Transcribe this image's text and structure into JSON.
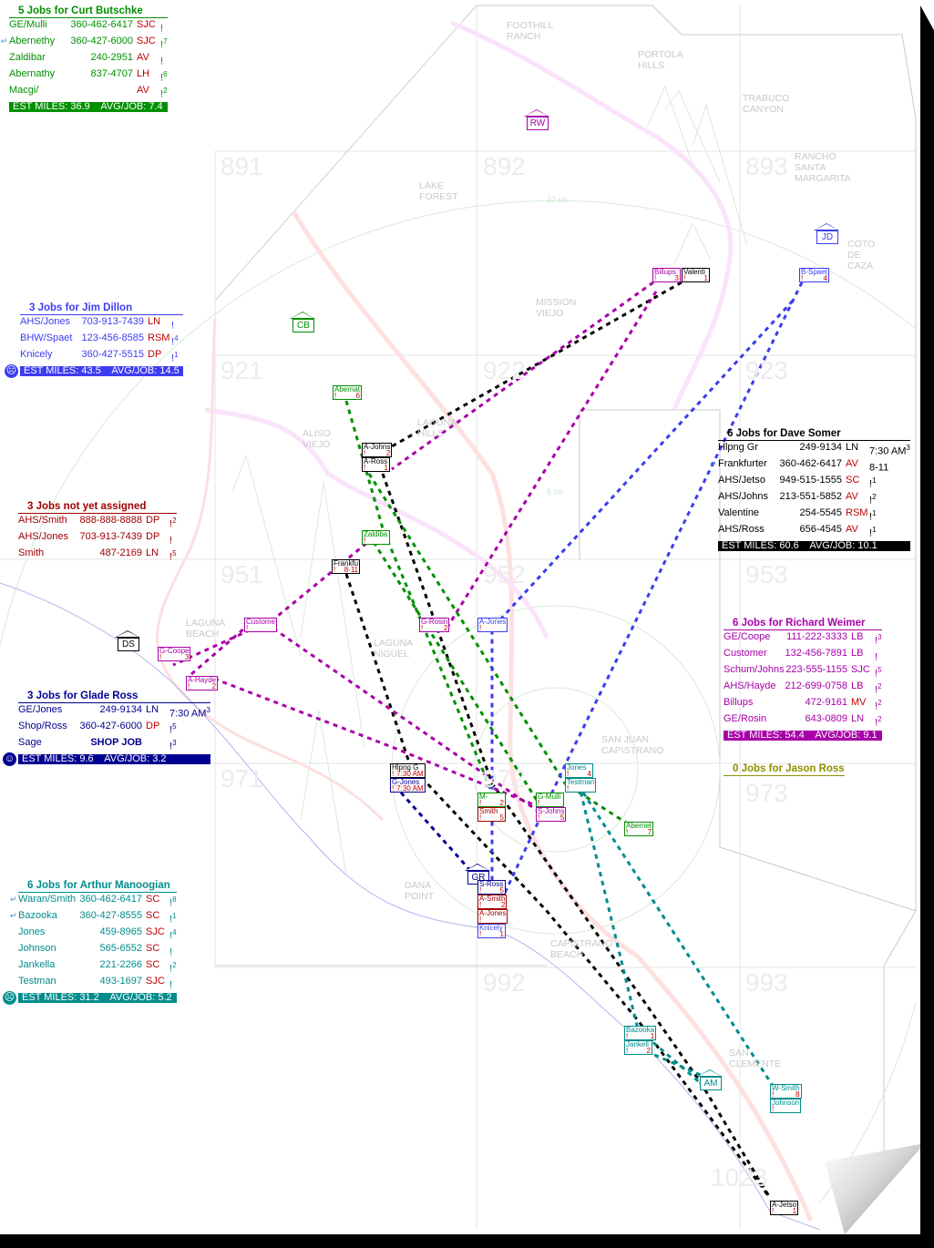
{
  "colors": {
    "curt": "#009000",
    "jim": "#3c3cf0",
    "unassigned": "#a00000",
    "dave": "#000000",
    "richard": "#a800a8",
    "glade": "#000090",
    "arthur": "#008c8c",
    "jason": "#909000",
    "area_red": "#c00000"
  },
  "legends": [
    {
      "key": "curt",
      "title": "5 Jobs for Curt Butschke",
      "face": null,
      "rows": [
        {
          "name": "GE/Mulli",
          "phone": "360-462-6417",
          "area": "SJC",
          "area_red": true,
          "note": "!",
          "sup": ""
        },
        {
          "name": "Abernethy",
          "phone": "360-427-6000",
          "area": "SJC",
          "area_red": true,
          "note": "!",
          "sup": "7",
          "link": true
        },
        {
          "name": "Zaldibar",
          "phone": "240-2951",
          "area": "AV",
          "area_red": true,
          "note": "!",
          "sup": ""
        },
        {
          "name": "Abernathy",
          "phone": "837-4707",
          "area": "LH",
          "area_red": true,
          "note": "!",
          "sup": "6"
        },
        {
          "name": "Macgi/",
          "phone": "",
          "area": "AV",
          "area_red": true,
          "note": "!",
          "sup": "2"
        }
      ],
      "summary": "EST MILES: 36.9    AVG/JOB: 7.4"
    },
    {
      "key": "jim",
      "title": "3 Jobs for Jim Dillon",
      "face": "sad",
      "rows": [
        {
          "name": "AHS/Jones",
          "phone": "703-913-7439",
          "area": "LN",
          "area_red": true,
          "note": "!",
          "sup": ""
        },
        {
          "name": "BHW/Spaet",
          "phone": "123-456-8585",
          "area": "RSM",
          "area_red": true,
          "note": "!",
          "sup": "4"
        },
        {
          "name": "Knicely",
          "phone": "360-427-5515",
          "area": "DP",
          "area_red": true,
          "note": "!",
          "sup": "1"
        }
      ],
      "summary": "EST MILES: 43.5    AVG/JOB: 14.5"
    },
    {
      "key": "unassigned",
      "title": "3 Jobs not yet assigned",
      "face": null,
      "rows": [
        {
          "name": "AHS/Smith",
          "phone": "888-888-8888",
          "area": "DP",
          "area_red": false,
          "note": "!",
          "sup": "2"
        },
        {
          "name": "AHS/Jones",
          "phone": "703-913-7439",
          "area": "DP",
          "area_red": false,
          "note": "!",
          "sup": ""
        },
        {
          "name": "Smith",
          "phone": "487-2169",
          "area": "LN",
          "area_red": false,
          "note": "!",
          "sup": "5"
        }
      ],
      "summary": null
    },
    {
      "key": "dave",
      "title": "6 Jobs for Dave Somer",
      "face": null,
      "rows": [
        {
          "name": "Hlpng Gr",
          "phone": "249-9134",
          "area": "LN",
          "area_red": false,
          "note": "7:30 AM",
          "sup": "3"
        },
        {
          "name": "Frankfurter",
          "phone": "360-462-6417",
          "area": "AV",
          "area_red": true,
          "note": "8-11",
          "sup": "",
          "link": true
        },
        {
          "name": "AHS/Jetso",
          "phone": "949-515-1555",
          "area": "SC",
          "area_red": true,
          "note": "!",
          "sup": "1"
        },
        {
          "name": "AHS/Johns",
          "phone": "213-551-5852",
          "area": "AV",
          "area_red": true,
          "note": "!",
          "sup": "2"
        },
        {
          "name": "Valentine",
          "phone": "254-5545",
          "area": "RSM",
          "area_red": true,
          "note": "!",
          "sup": "1"
        },
        {
          "name": "AHS/Ross",
          "phone": "656-4545",
          "area": "AV",
          "area_red": true,
          "note": "!",
          "sup": "1"
        }
      ],
      "summary": "EST MILES: 60.6    AVG/JOB: 10.1"
    },
    {
      "key": "richard",
      "title": "6 Jobs for Richard Weimer",
      "face": null,
      "rows": [
        {
          "name": "GE/Coope",
          "phone": "111-222-3333",
          "area": "LB",
          "area_red": false,
          "note": "!",
          "sup": "3"
        },
        {
          "name": "Customer",
          "phone": "132-456-7891",
          "area": "LB",
          "area_red": false,
          "note": "!",
          "sup": ""
        },
        {
          "name": "Schum/Johns",
          "phone": "223-555-1155",
          "area": "SJC",
          "area_red": false,
          "note": "!",
          "sup": "5"
        },
        {
          "name": "AHS/Hayde",
          "phone": "212-699-0758",
          "area": "LB",
          "area_red": false,
          "note": "!",
          "sup": "2"
        },
        {
          "name": "Billups",
          "phone": "472-9161",
          "area": "MV",
          "area_red": true,
          "note": "!",
          "sup": "2"
        },
        {
          "name": "GE/Rosin",
          "phone": "643-0809",
          "area": "LN",
          "area_red": false,
          "note": "!",
          "sup": "2"
        }
      ],
      "summary": "EST MILES: 54.4    AVG/JOB: 9.1"
    },
    {
      "key": "jason",
      "title": "0 Jobs for Jason Ross",
      "face": null,
      "rows": [],
      "summary": null
    },
    {
      "key": "glade",
      "title": "3 Jobs for Glade Ross",
      "face": "happy",
      "rows": [
        {
          "name": "GE/Jones",
          "phone": "249-9134",
          "area": "LN",
          "area_red": false,
          "note": "7:30 AM",
          "sup": "3"
        },
        {
          "name": "Shop/Ross",
          "phone": "360-427-6000",
          "area": "DP",
          "area_red": true,
          "note": "!",
          "sup": "5"
        },
        {
          "name": "Sage",
          "phone": "SHOP JOB",
          "area": "",
          "area_red": false,
          "note": "!",
          "sup": "3",
          "shop": true
        }
      ],
      "summary": "EST MILES: 9.6    AVG/JOB: 3.2"
    },
    {
      "key": "arthur",
      "title": "6 Jobs for Arthur Manoogian",
      "face": "sad",
      "rows": [
        {
          "name": "Waran/Smith",
          "phone": "360-462-6417",
          "area": "SC",
          "area_red": true,
          "note": "!",
          "sup": "8",
          "link": true
        },
        {
          "name": "Bazooka",
          "phone": "360-427-8555",
          "area": "SC",
          "area_red": true,
          "note": "!",
          "sup": "1",
          "link": true
        },
        {
          "name": "Jones",
          "phone": "459-8965",
          "area": "SJC",
          "area_red": true,
          "note": "!",
          "sup": "4"
        },
        {
          "name": "Johnson",
          "phone": "565-6552",
          "area": "SC",
          "area_red": true,
          "note": "!",
          "sup": ""
        },
        {
          "name": "Jankella",
          "phone": "221-2266",
          "area": "SC",
          "area_red": true,
          "note": "!",
          "sup": "2"
        },
        {
          "name": "Testman",
          "phone": "493-1697",
          "area": "SJC",
          "area_red": true,
          "note": "!",
          "sup": ""
        }
      ],
      "summary": "EST MILES: 31.2    AVG/JOB: 5.2"
    }
  ],
  "houses": [
    {
      "label": "RW",
      "key": "richard"
    },
    {
      "label": "CB",
      "key": "curt"
    },
    {
      "label": "JD",
      "key": "jim"
    },
    {
      "label": "DS",
      "key": "dave"
    },
    {
      "label": "GR",
      "key": "glade"
    },
    {
      "label": "AM",
      "key": "arthur"
    }
  ],
  "markers": [
    {
      "label": "Billups",
      "num": "3",
      "key": "richard"
    },
    {
      "label": "Valenti",
      "num": "1",
      "key": "dave"
    },
    {
      "label": "B-Spaet",
      "num": "4",
      "key": "jim"
    },
    {
      "label": "Abernat",
      "num": "6",
      "key": "curt"
    },
    {
      "label": "A-Johns",
      "num": "2",
      "key": "dave"
    },
    {
      "label": "A-Ross",
      "num": "1",
      "key": "dave"
    },
    {
      "label": "Zaldiba",
      "num": "",
      "key": "curt"
    },
    {
      "label": "Frankfu",
      "num": "8-11",
      "key": "dave"
    },
    {
      "label": "Custome",
      "num": "",
      "key": "richard"
    },
    {
      "label": "G-Coope",
      "num": "3",
      "key": "richard"
    },
    {
      "label": "A-Hayde",
      "num": "2",
      "key": "richard"
    },
    {
      "label": "G-Rosin",
      "num": "2",
      "key": "richard"
    },
    {
      "label": "A-Jones",
      "num": "",
      "key": "jim"
    },
    {
      "label": "Hlpng G",
      "num": "7:30 AM",
      "key": "dave"
    },
    {
      "label": "G-Jones",
      "num": "7:30 AM",
      "key": "glade"
    },
    {
      "label": "M-",
      "num": "2",
      "key": "curt"
    },
    {
      "label": "Smith",
      "num": "5",
      "key": "unassigned"
    },
    {
      "label": "G-Mulli",
      "num": "",
      "key": "curt"
    },
    {
      "label": "S-Johns",
      "num": "5",
      "key": "richard"
    },
    {
      "label": "Jones",
      "num": "4",
      "key": "arthur"
    },
    {
      "label": "Testman",
      "num": "",
      "key": "arthur"
    },
    {
      "label": "Abernet",
      "num": "7",
      "key": "curt"
    },
    {
      "label": "S-Ross",
      "num": "5",
      "key": "glade"
    },
    {
      "label": "A-Smith",
      "num": "2",
      "key": "unassigned"
    },
    {
      "label": "A-Jones",
      "num": "",
      "key": "unassigned"
    },
    {
      "label": "Knicely",
      "num": "1",
      "key": "jim"
    },
    {
      "label": "Bazooka",
      "num": "1",
      "key": "arthur"
    },
    {
      "label": "Jankell",
      "num": "2",
      "key": "arthur"
    },
    {
      "label": "W-Smith",
      "num": "8",
      "key": "arthur"
    },
    {
      "label": "Johnson",
      "num": "",
      "key": "arthur"
    },
    {
      "label": "A-Jetso",
      "num": "1",
      "key": "dave"
    }
  ],
  "towns": [
    "FOOTHILL\nRANCH",
    "PORTOLA\nHILLS",
    "TRABUCO\nCANYON",
    "RANCHO\nSANTA\nMARGARITA",
    "LAKE\nFOREST",
    "MISSION\nVIEJO",
    "COTO\nDE\nCAZA",
    "ALISO\nVIEJO",
    "LAGUNA\nHILLS",
    "LAGUNA\nBEACH",
    "LAGUNA\nNIGUEL",
    "DANA\nPOINT",
    "SAN JUAN\nCAPISTRANO",
    "CAPISTRANO\nBEACH",
    "SAN\nCLEMENTE"
  ],
  "grid_pages": [
    "891",
    "892",
    "893",
    "921",
    "922",
    "923",
    "951",
    "952",
    "953",
    "971",
    "972",
    "973",
    "992",
    "993",
    "1023"
  ],
  "rings": [
    "10 mi",
    "5 mi"
  ]
}
